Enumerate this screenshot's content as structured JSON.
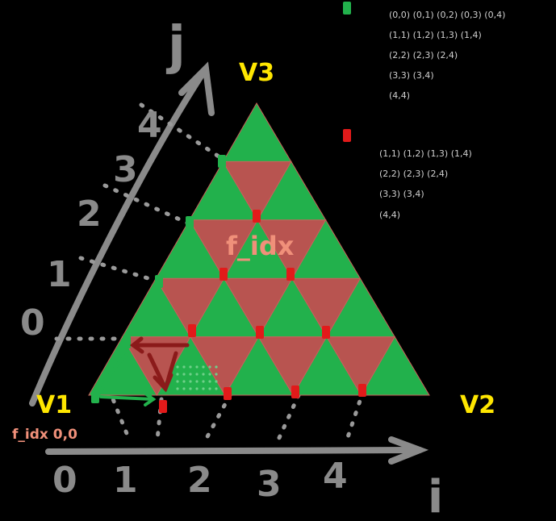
{
  "axes": {
    "j_label": "j",
    "i_label": "i",
    "j_ticks": [
      "0",
      "1",
      "2",
      "3",
      "4"
    ],
    "i_ticks": [
      "0",
      "1",
      "2",
      "3",
      "4"
    ]
  },
  "vertices": {
    "v1": "V1",
    "v2": "V2",
    "v3": "V3"
  },
  "labels": {
    "face_index": "f_idx",
    "face_index_origin": "f_idx 0,0"
  },
  "legend": {
    "green_rows": [
      "(0,0) (0,1) (0,2) (0,3) (0,4)",
      "(1,1) (1,2) (1,3) (1,4)",
      "(2,2) (2,3) (2,4)",
      "(3,3) (3,4)",
      "(4,4)"
    ],
    "red_rows": [
      "(1,1) (1,2) (1,3) (1,4)",
      "(2,2) (2,3) (2,4)",
      "(3,3) (3,4)",
      "(4,4)"
    ]
  },
  "colors": {
    "green": "#22b14c",
    "red": "#b85450",
    "yellow": "#ffe600",
    "salmon": "#f0907a",
    "gray": "#8a8a8a"
  }
}
